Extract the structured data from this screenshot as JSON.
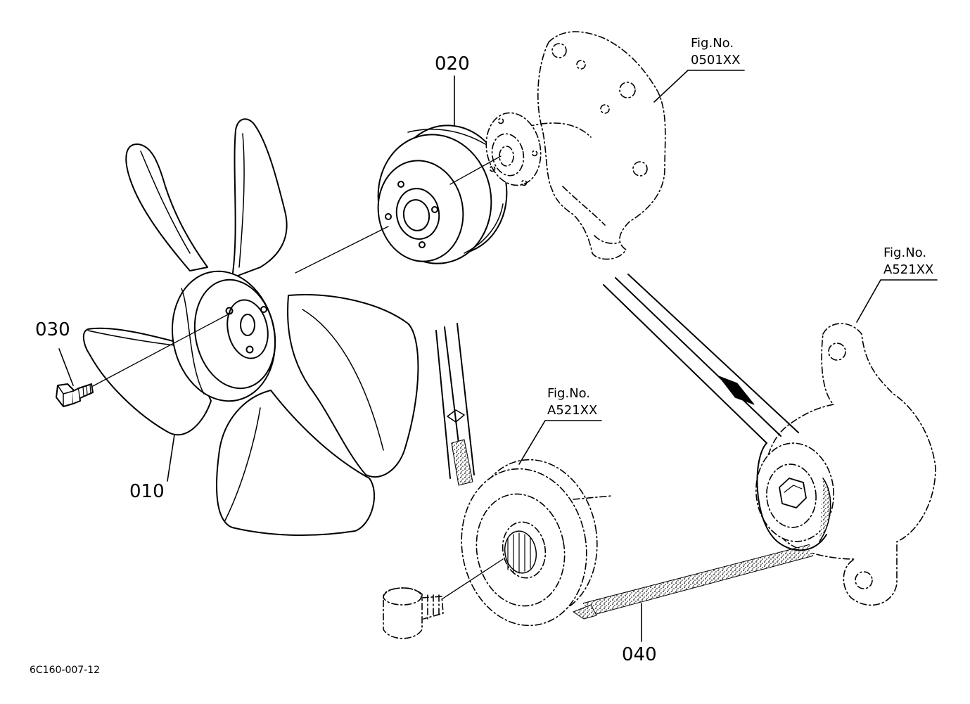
{
  "parts": [
    {
      "id": "fan",
      "number": "010"
    },
    {
      "id": "fan-pulley",
      "number": "020"
    },
    {
      "id": "fan-bolt",
      "number": "030"
    },
    {
      "id": "fan-belt",
      "number": "040"
    }
  ],
  "references": [
    {
      "id": "water-pump",
      "line1": "Fig.No.",
      "line2": "0501XX"
    },
    {
      "id": "alternator",
      "line1": "Fig.No.",
      "line2": "A521XX"
    },
    {
      "id": "crank-pulley",
      "line1": "Fig.No.",
      "line2": "A521XX"
    }
  ],
  "drawing_code": "6C160-007-12"
}
